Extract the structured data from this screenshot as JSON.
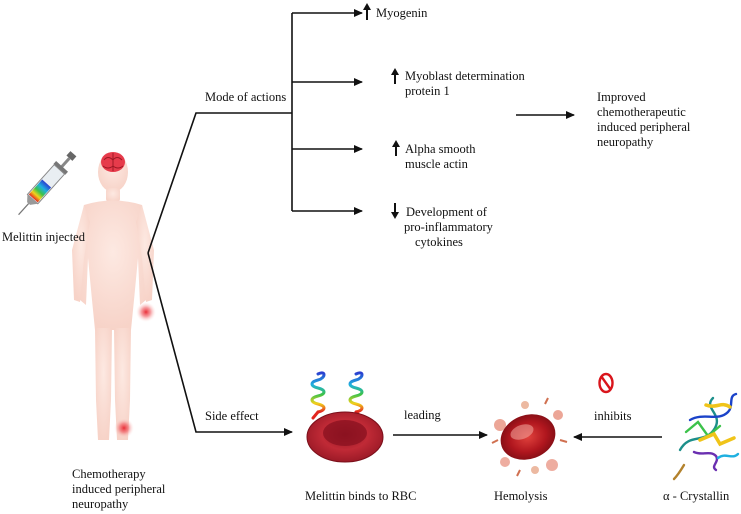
{
  "title": "",
  "injection": {
    "label": "Melittin injected"
  },
  "patient": {
    "label_lines": [
      "Chemotherapy",
      "induced peripheral",
      "neuropathy"
    ]
  },
  "branches": {
    "mode_of_actions": "Mode of actions",
    "side_effect": "Side effect"
  },
  "effects": [
    {
      "direction": "up",
      "lines": [
        "Myogenin"
      ]
    },
    {
      "direction": "up",
      "lines": [
        "Myoblast determination",
        "protein 1"
      ]
    },
    {
      "direction": "up",
      "lines": [
        "Alpha smooth",
        "muscle actin"
      ]
    },
    {
      "direction": "down",
      "lines": [
        "Development of",
        "pro-inflammatory",
        "cytokines"
      ]
    }
  ],
  "outcome": {
    "lines": [
      "Improved",
      "chemotherapeutic",
      "induced peripheral",
      "neuropathy"
    ]
  },
  "side_chain": {
    "rbc_label": "Melittin binds to RBC",
    "leading_label": "leading",
    "hemolysis_label": "Hemolysis",
    "inhibits_label": "inhibits",
    "crystallin_label": "α - Crystallin"
  },
  "colors": {
    "line": "#111111",
    "body_skin": "#fbe3dc",
    "brain": "#e63b4b",
    "pain_spot": "#e8242e",
    "rbc": "#b3202e",
    "inhibit_icon": "#d9151c"
  },
  "icons": [
    "syringe-icon",
    "brain-icon",
    "rbc-icon",
    "melittin-helix-icon",
    "hemolysis-icon",
    "no-sign-icon",
    "protein-structure-icon",
    "up-arrow-icon",
    "down-arrow-icon"
  ]
}
